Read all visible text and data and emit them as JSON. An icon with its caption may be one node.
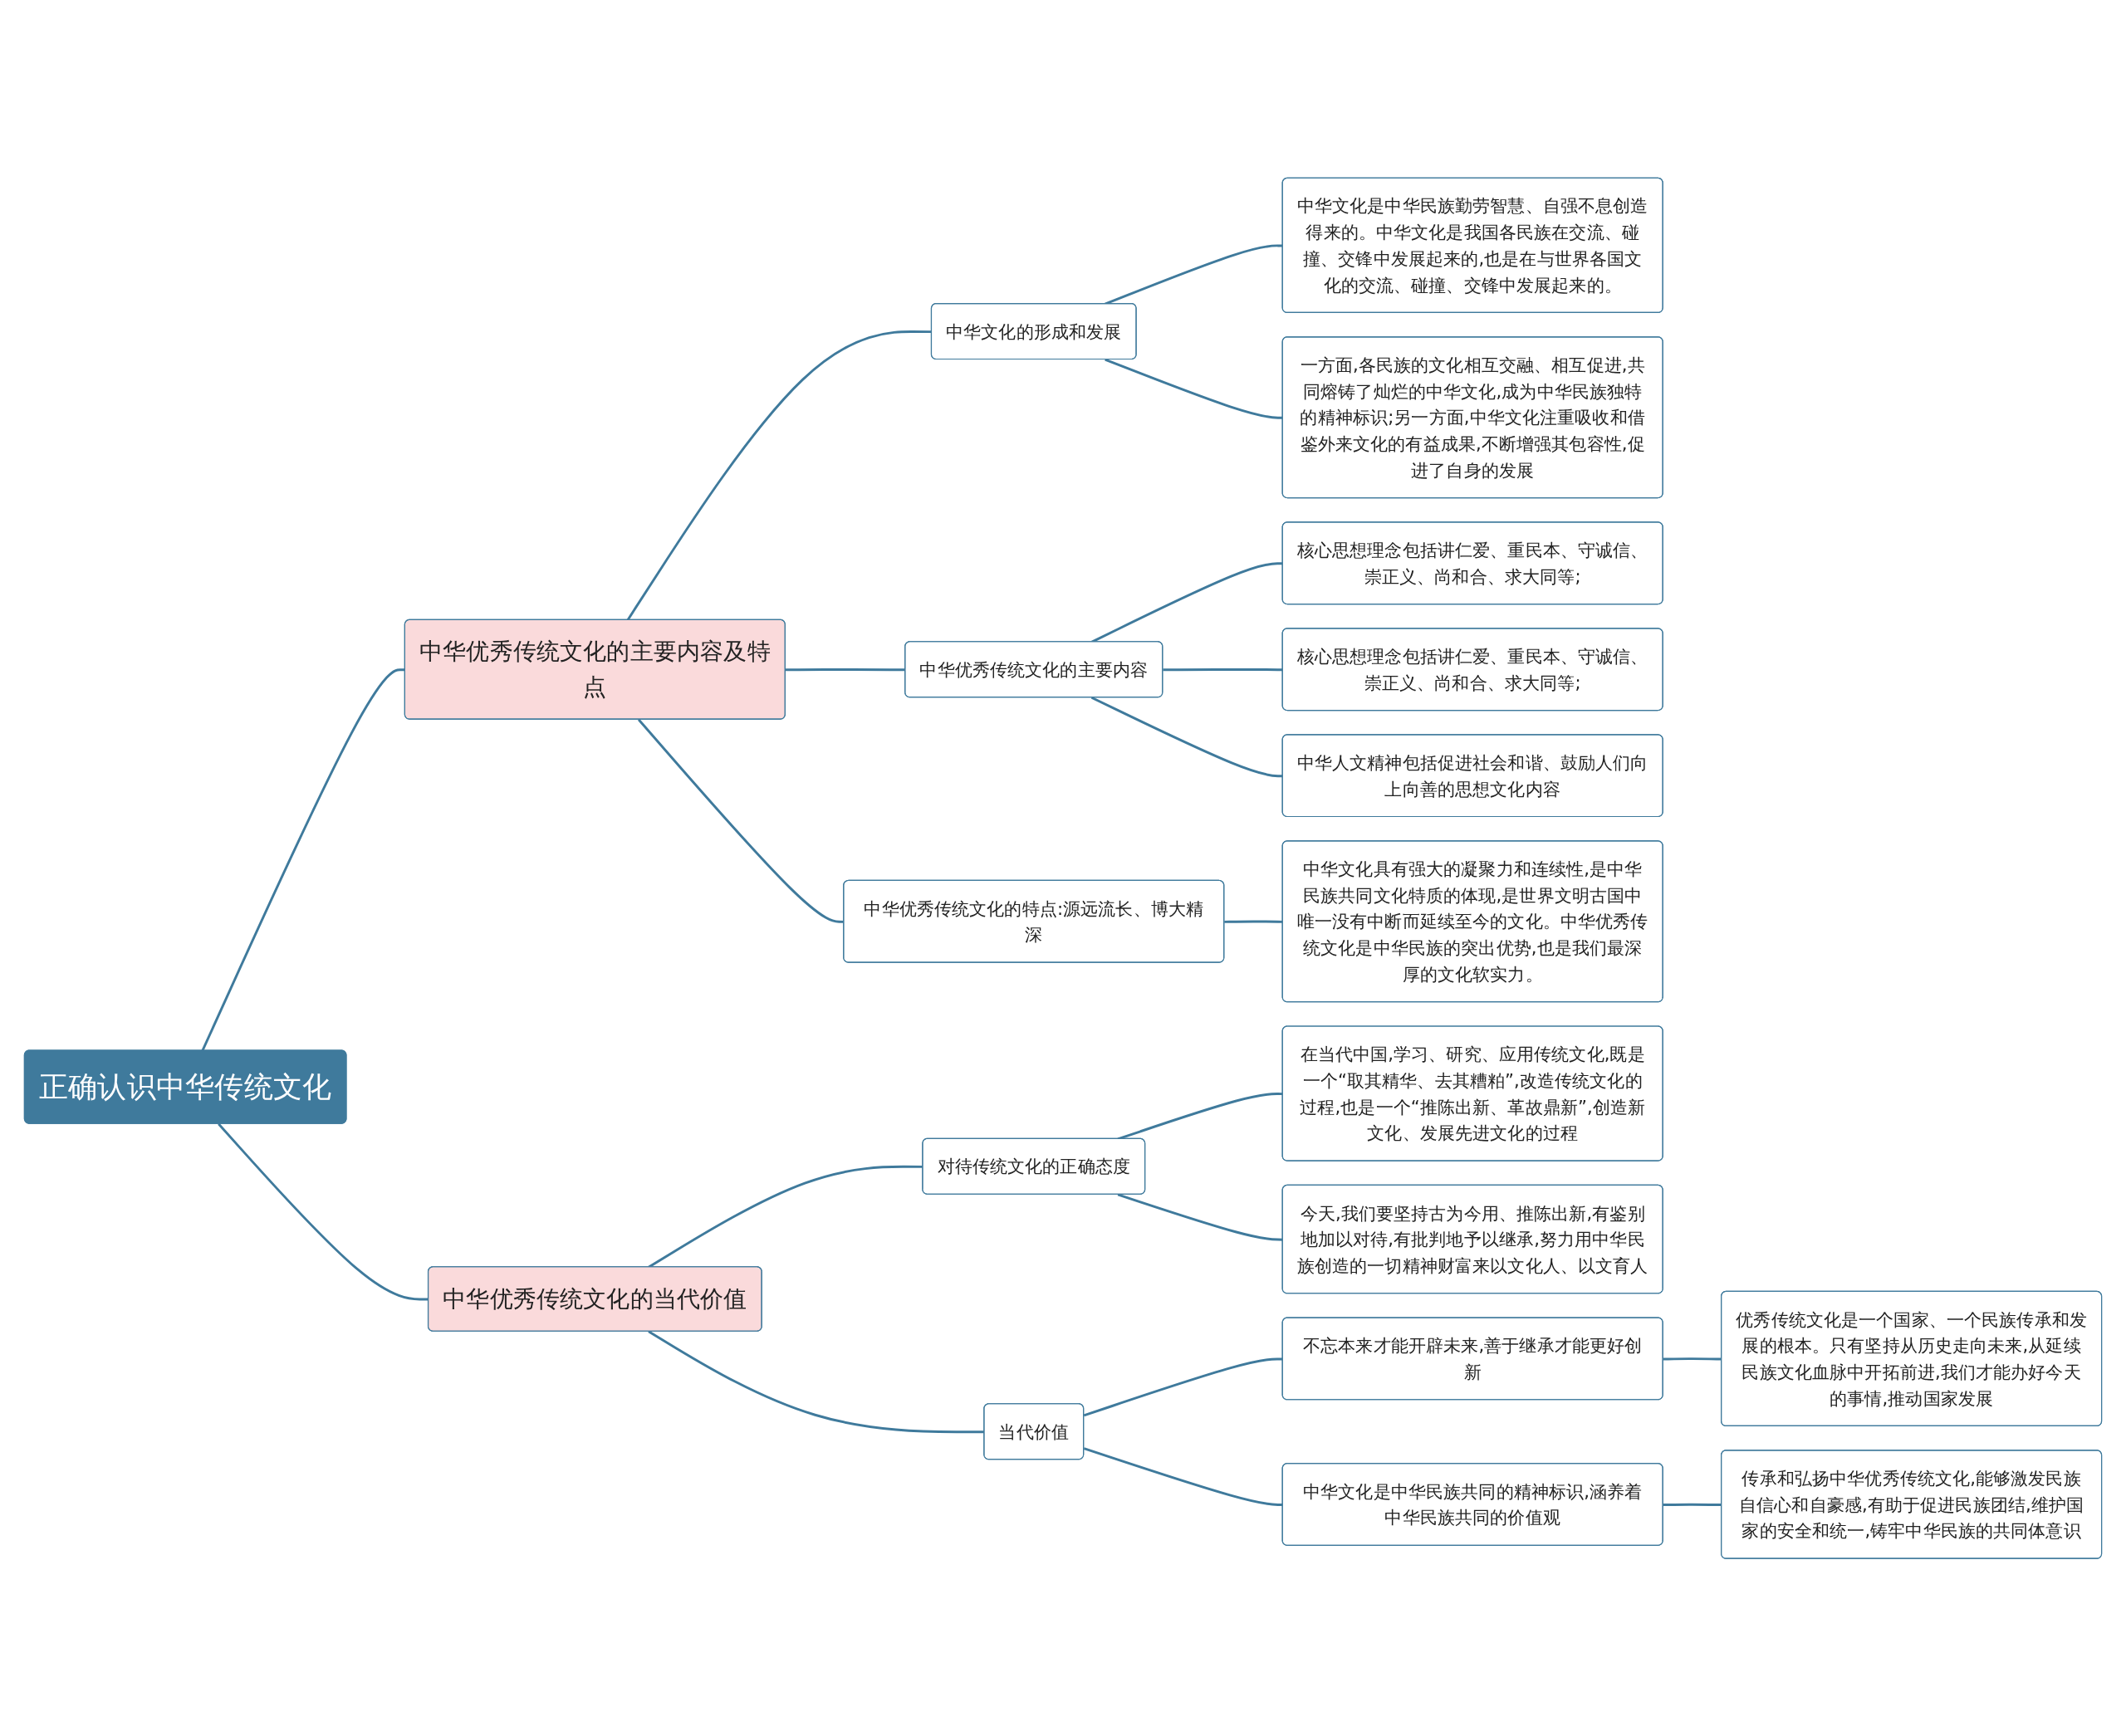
{
  "diagram": {
    "nodes": [
      {
        "text": [
          "正确认识中华传统文化"
        ]
      },
      {
        "text": [
          "中华优秀传统文化的主要内容及特点"
        ]
      },
      {
        "text": [
          "中华文化的形成和发展"
        ]
      },
      {
        "text": [
          "中华文化是中华民族勤劳智慧、自强不息创造得来的。中华文化是我国各民族在交流、碰撞、交锋中发展起来的,也是在与世界各国文化的交流、碰撞、交锋中发展起来的。"
        ]
      },
      {
        "text": [
          "一方面,各民族的文化相互交融、相互促进,共同熔铸了灿烂的中华文化,成为中华民族独特的精神标识;另一方面,中华文化注重吸收和借鉴外来文化的有益成果,不断增强其包容性,促进了自身的发展"
        ]
      },
      {
        "text": [
          "中华优秀传统文化的主要内容"
        ]
      },
      {
        "text": [
          "核心思想理念包括讲仁爱、重民本、守诚信、崇正义、尚和合、求大同等;"
        ]
      },
      {
        "text": [
          "核心思想理念包括讲仁爱、重民本、守诚信、崇正义、尚和合、求大同等;"
        ]
      },
      {
        "text": [
          "中华人文精神包括促进社会和谐、鼓励人们向上向善的思想文化内容"
        ]
      },
      {
        "text": [
          "中华优秀传统文化的特点:源远流长、博大精深"
        ]
      },
      {
        "text": [
          "中华文化具有强大的凝聚力和连续性,是中华民族共同文化特质的体现,是世界文明古国中唯一没有中断而延续至今的文化。中华优秀传统文化是中华民族的突出优势,也是我们最深厚的文化软实力。"
        ]
      },
      {
        "text": [
          "中华优秀传统文化的当代价值"
        ]
      },
      {
        "text": [
          "对待传统文化的正确态度"
        ]
      },
      {
        "text": [
          "在当代中国,学习、研究、应用传统文化,既是一个“取其精华、去其糟粕”,改造传统文化的过程,也是一个“推陈出新、革故鼎新”,创造新文化、发展先进文化的过程"
        ]
      },
      {
        "text": [
          "今天,我们要坚持古为今用、推陈出新,有鉴别地加以对待,有批判地予以继承,努力用中华民族创造的一切精神财富来以文化人、以文育人"
        ]
      },
      {
        "text": [
          "当代价值"
        ]
      },
      {
        "text": [
          "不忘本来才能开辟未来,善于继承才能更好创新"
        ]
      },
      {
        "text": [
          "优秀传统文化是一个国家、一个民族传承和发展的根本。只有坚持从历史走向未来,从延续民族文化血脉中开拓前进,我们才能办好今天的事情,推动国家发展"
        ]
      },
      {
        "text": [
          "中华文化是中华民族共同的精神标识,涵养着中华民族共同的价值观"
        ]
      },
      {
        "text": [
          "传承和弘扬中华优秀传统文化,能够激发民族自信心和自豪感,有助于促进民族团结,维护国家的安全和统一,铸牢中华民族的共同体意识"
        ]
      }
    ],
    "edges": [
      {
        "from": 0,
        "to": 1,
        "arrow": "none"
      },
      {
        "from": 1,
        "to": 2,
        "arrow": "none"
      },
      {
        "from": 2,
        "to": 3,
        "arrow": "none"
      },
      {
        "from": 2,
        "to": 4,
        "arrow": "none"
      },
      {
        "from": 1,
        "to": 5,
        "arrow": "none"
      },
      {
        "from": 5,
        "to": 6,
        "arrow": "none"
      },
      {
        "from": 5,
        "to": 7,
        "arrow": "none"
      },
      {
        "from": 5,
        "to": 8,
        "arrow": "none"
      },
      {
        "from": 1,
        "to": 9,
        "arrow": "none"
      },
      {
        "from": 9,
        "to": 10,
        "arrow": "none"
      },
      {
        "from": 0,
        "to": 11,
        "arrow": "none"
      },
      {
        "from": 11,
        "to": 12,
        "arrow": "none"
      },
      {
        "from": 12,
        "to": 13,
        "arrow": "none"
      },
      {
        "from": 12,
        "to": 14,
        "arrow": "none"
      },
      {
        "from": 11,
        "to": 15,
        "arrow": "none"
      },
      {
        "from": 15,
        "to": 16,
        "arrow": "none"
      },
      {
        "from": 16,
        "to": 17,
        "arrow": "none"
      },
      {
        "from": 15,
        "to": 18,
        "arrow": "none"
      },
      {
        "from": 18,
        "to": 19,
        "arrow": "none"
      }
    ]
  }
}
